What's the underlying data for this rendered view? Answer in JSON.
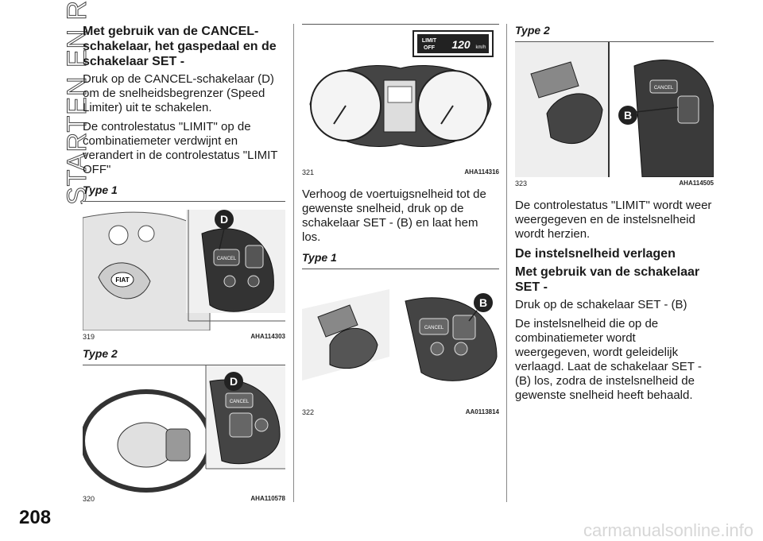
{
  "sidebar": {
    "section_title": "STARTEN EN RIJDEN"
  },
  "page_number": "208",
  "watermark": "carmanualsonline.info",
  "col1": {
    "heading": "Met gebruik van de CANCEL-schakelaar, het gaspedaal en de schakelaar SET -",
    "p1": "Druk op de CANCEL-schakelaar (D) om de snelheidsbegrenzer (Speed Limiter) uit te schakelen.",
    "p2": "De controlestatus \"LIMIT\" op de combinatiemeter verdwijnt en verandert in de controlestatus \"LIMIT OFF\"",
    "type1": "Type 1",
    "fig319": {
      "num": "319",
      "code": "AHA114303",
      "callout": "D",
      "cancel": "CANCEL",
      "logo": "FIAT"
    },
    "type2": "Type 2",
    "fig320": {
      "num": "320",
      "code": "AHA110578",
      "callout": "D",
      "cancel": "CANCEL"
    }
  },
  "col2": {
    "fig321": {
      "num": "321",
      "code": "AHA114316",
      "limit": "LIMIT",
      "off": "OFF",
      "speed": "120",
      "unit": "km/h"
    },
    "p1": "Verhoog de voertuigsnelheid tot de gewenste snelheid, druk op de schakelaar SET - (B) en laat hem los.",
    "type1": "Type 1",
    "fig322": {
      "num": "322",
      "code": "AA0113814",
      "callout": "B",
      "cancel": "CANCEL"
    }
  },
  "col3": {
    "type2": "Type 2",
    "fig323": {
      "num": "323",
      "code": "AHA114505",
      "callout": "B",
      "cancel": "CANCEL"
    },
    "p1": "De controlestatus \"LIMIT\" wordt weer weergegeven en de instelsnelheid wordt herzien.",
    "heading1": "De instelsnelheid verlagen",
    "heading2": "Met gebruik van de schakelaar SET -",
    "p2": "Druk op de schakelaar SET - (B)",
    "p3": "De instelsnelheid die op de combinatiemeter wordt weergegeven, wordt geleidelijk verlaagd. Laat de schakelaar SET - (B) los, zodra de instelsnelheid de gewenste snelheid heeft behaald."
  }
}
